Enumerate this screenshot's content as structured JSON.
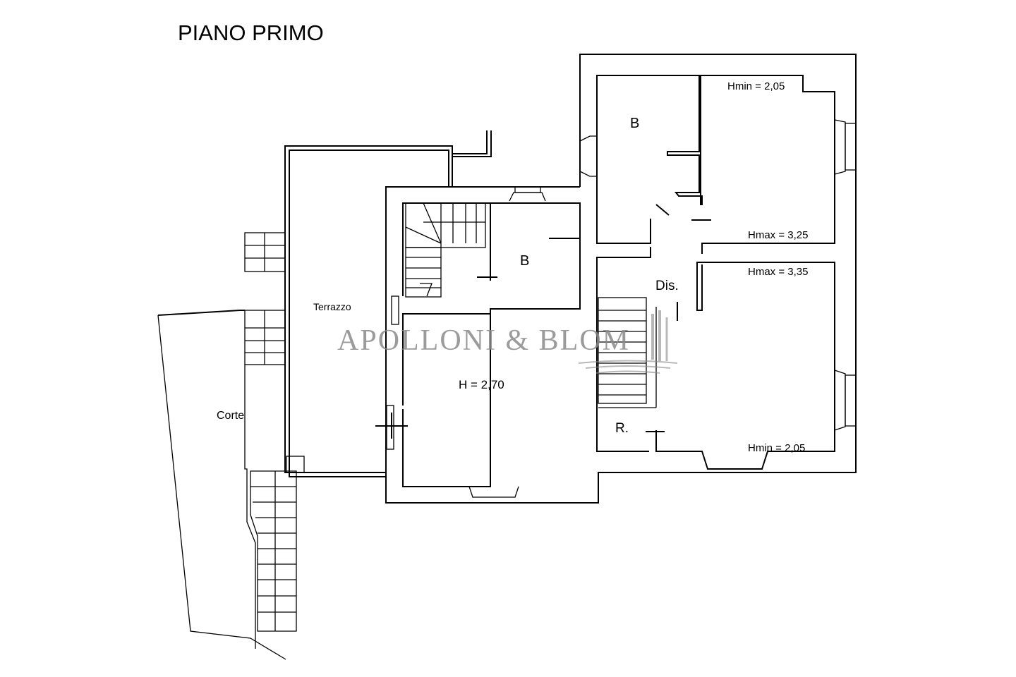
{
  "title": "PIANO PRIMO",
  "rooms": {
    "terrazzo": "Terrazzo",
    "corte": "Corte",
    "bath_center": "B",
    "living_height": "H = 2,70",
    "bath_upper": "B",
    "bedroom1_hmin": "Hmin = 2,05",
    "bedroom1_hmax": "Hmax = 3,25",
    "bedroom2_hmax": "Hmax = 3,35",
    "bedroom2_hmin": "Hmin = 2,05",
    "disimpegno": "Dis.",
    "ripostiglio": "R."
  },
  "watermark": "APOLLONI & BLOM",
  "colors": {
    "lines": "#000000",
    "watermark": "#8a8a8a"
  }
}
